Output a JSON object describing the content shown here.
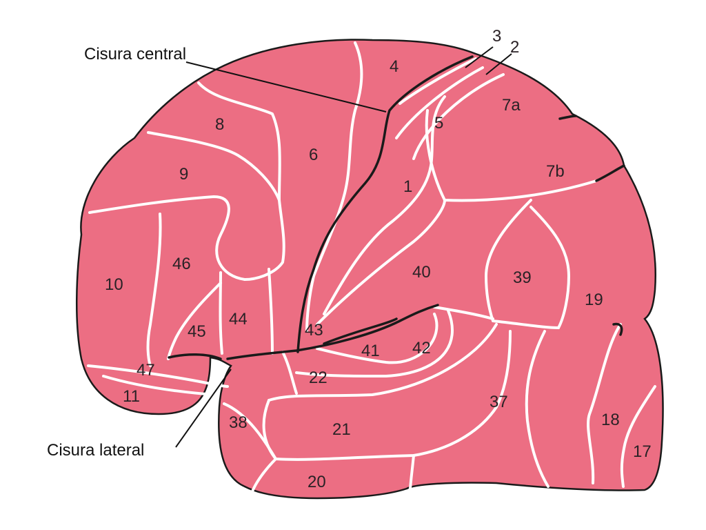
{
  "callouts": {
    "central": "Cisura central",
    "lateral": "Cisura lateral"
  },
  "areas": [
    "1",
    "2",
    "3",
    "4",
    "5",
    "6",
    "7a",
    "7b",
    "8",
    "9",
    "10",
    "11",
    "17",
    "18",
    "19",
    "20",
    "21",
    "22",
    "37",
    "38",
    "39",
    "40",
    "41",
    "42",
    "43",
    "44",
    "45",
    "46",
    "47"
  ],
  "colors": {
    "cortex": "#ec6e83",
    "boundary": "#ffffff",
    "sulcus": "#1a1a1a",
    "text": "#2a2226"
  }
}
